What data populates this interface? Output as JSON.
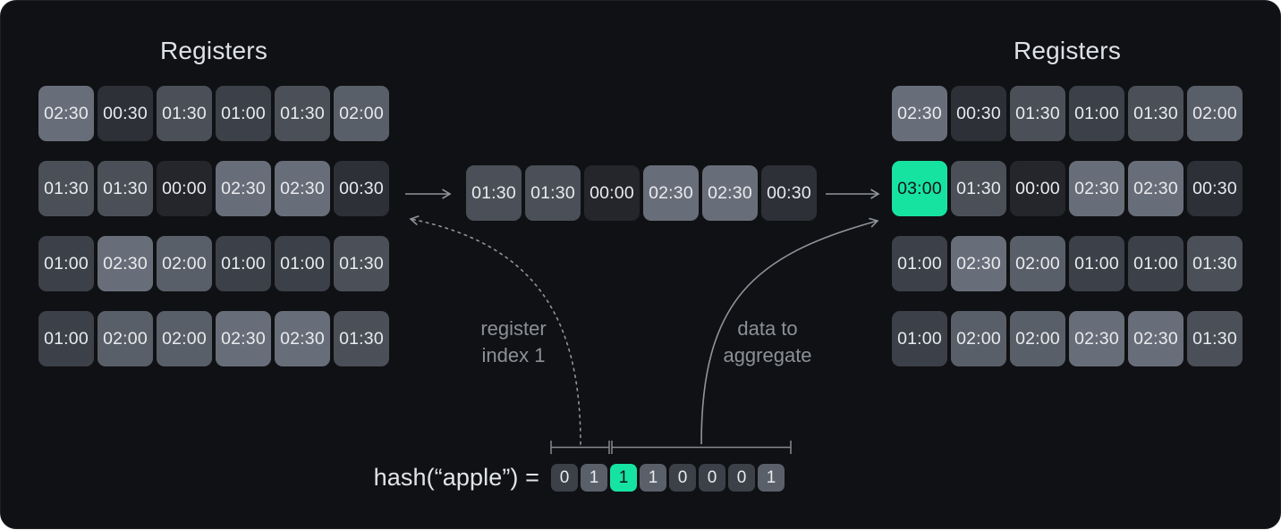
{
  "palette": {
    "panel_bg": "#101114",
    "title_color": "#dee1e5",
    "cell_text": "#e9ebee",
    "label_gray": "#8c9197",
    "arrow_gray": "#8f949a",
    "green": "#17e3a1",
    "green_text": "#0e1317",
    "value_colors": {
      "00:00": "#24262b",
      "00:30": "#2d3036",
      "01:00": "#3c4048",
      "01:30": "#4a4f58",
      "02:00": "#595f69",
      "02:30": "#686e79",
      "03:00": "#17e3a1"
    },
    "bit_colors": {
      "0": "#3c4048",
      "1": "#5a6069"
    }
  },
  "left_registers": {
    "title": "Registers",
    "rows": [
      [
        "02:30",
        "00:30",
        "01:30",
        "01:00",
        "01:30",
        "02:00"
      ],
      [
        "01:30",
        "01:30",
        "00:00",
        "02:30",
        "02:30",
        "00:30"
      ],
      [
        "01:00",
        "02:30",
        "02:00",
        "01:00",
        "01:00",
        "01:30"
      ],
      [
        "01:00",
        "02:00",
        "02:00",
        "02:30",
        "02:30",
        "01:30"
      ]
    ]
  },
  "middle_row": {
    "rows": [
      [
        "01:30",
        "01:30",
        "00:00",
        "02:30",
        "02:30",
        "00:30"
      ]
    ]
  },
  "right_registers": {
    "title": "Registers",
    "highlight": {
      "row": 1,
      "col": 0
    },
    "rows": [
      [
        "02:30",
        "00:30",
        "01:30",
        "01:00",
        "01:30",
        "02:00"
      ],
      [
        "03:00",
        "01:30",
        "00:00",
        "02:30",
        "02:30",
        "00:30"
      ],
      [
        "01:00",
        "02:30",
        "02:00",
        "01:00",
        "01:00",
        "01:30"
      ],
      [
        "01:00",
        "02:00",
        "02:00",
        "02:30",
        "02:30",
        "01:30"
      ]
    ]
  },
  "annotations": {
    "register_index": {
      "line1": "register",
      "line2": "index 1"
    },
    "data_aggregate": {
      "line1": "data to",
      "line2": "aggregate"
    }
  },
  "hash": {
    "label": "hash(“apple”) =",
    "bits": [
      "0",
      "1",
      "1",
      "1",
      "0",
      "0",
      "0",
      "1"
    ],
    "highlight_index": 2
  }
}
